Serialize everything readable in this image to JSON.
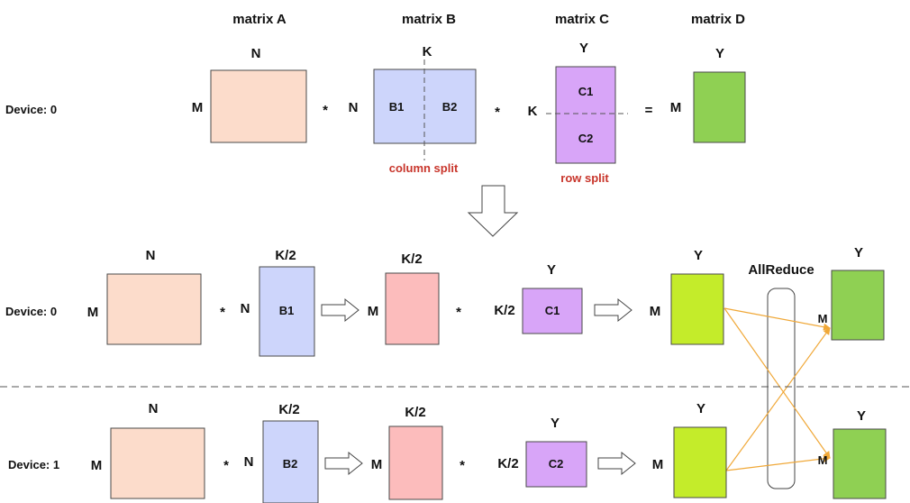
{
  "titles": {
    "matrix_a": "matrix A",
    "matrix_b": "matrix B",
    "matrix_c": "matrix C",
    "matrix_d": "matrix D"
  },
  "devices": {
    "device0": "Device: 0",
    "device1": "Device: 1"
  },
  "labels": {
    "N": "N",
    "M": "M",
    "K": "K",
    "Y": "Y",
    "K2": "K/2",
    "B1": "B1",
    "B2": "B2",
    "C1": "C1",
    "C2": "C2",
    "times": "*",
    "equals": "=",
    "allreduce": "AllReduce"
  },
  "annotations": {
    "column_split": "column split",
    "row_split": "row split"
  },
  "colors": {
    "matrix_a": "#fcdccb",
    "matrix_b": "#cdd5fb",
    "matrix_c": "#d8a5f8",
    "matrix_d": "#8fd053",
    "partial_ab": "#fcbcbc",
    "partial_result": "#c4ec2a",
    "allreduce_lines": "#f0a838"
  }
}
